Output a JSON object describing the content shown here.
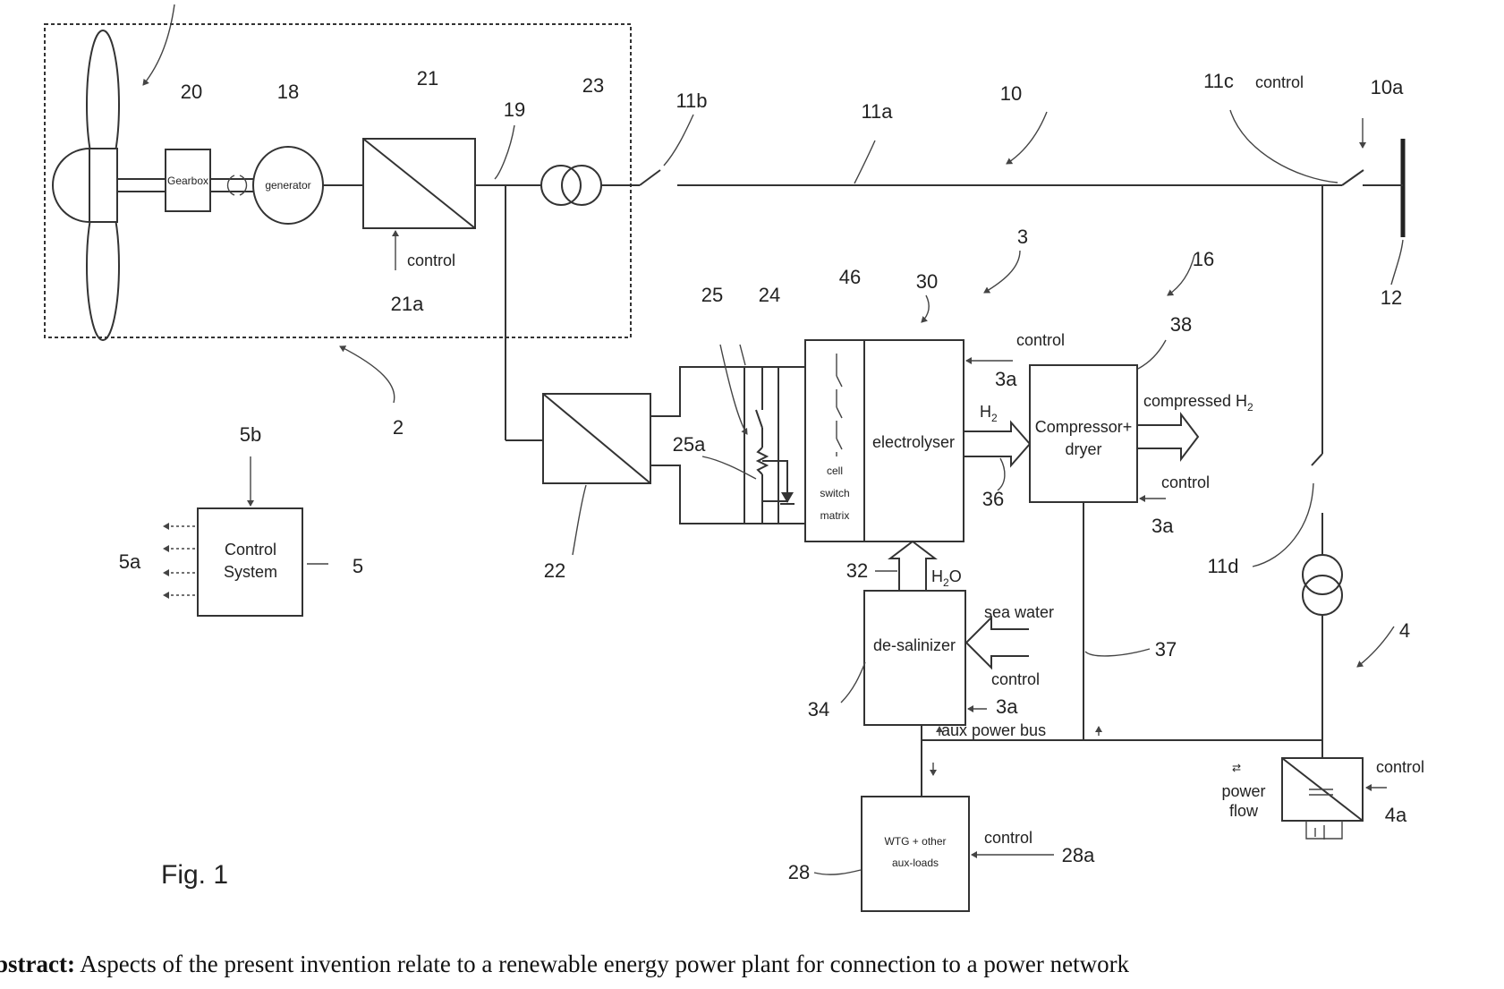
{
  "figure": {
    "caption": "Fig. 1",
    "components": {
      "gearbox": "Gearbox",
      "generator": "generator",
      "electrolyser": "electrolyser",
      "cell_switch_matrix": [
        "cell",
        "switch",
        "matrix"
      ],
      "compressor": [
        "Compressor+",
        "dryer"
      ],
      "desalinator": "de-salinizer",
      "wtg_loads": [
        "WTG + other",
        "aux-loads"
      ],
      "control_system": [
        "Control",
        "System"
      ]
    },
    "labels": {
      "control": "control",
      "h2": "H",
      "h2_sub": "2",
      "h2o": "H",
      "h2o_sub": "2",
      "h2o_o": "O",
      "compressed_h2": "compressed H",
      "compressed_h2_sub": "2",
      "sea_water": "sea water",
      "aux_power_bus": "aux power bus",
      "power_flow": [
        "power",
        "flow"
      ]
    },
    "refs": {
      "r20": "20",
      "r18": "18",
      "r21": "21",
      "r19": "19",
      "r23": "23",
      "r11b": "11b",
      "r11a": "11a",
      "r10": "10",
      "r11c": "11c",
      "r10a": "10a",
      "r12": "12",
      "r21a": "21a",
      "r2": "2",
      "r25": "25",
      "r24": "24",
      "r46": "46",
      "r30": "30",
      "r3": "3",
      "r16": "16",
      "r38": "38",
      "r3a": "3a",
      "r25a": "25a",
      "r36": "36",
      "r22": "22",
      "r32": "32",
      "r5b": "5b",
      "r5a": "5a",
      "r5": "5",
      "r11d": "11d",
      "r37": "37",
      "r4": "4",
      "r34": "34",
      "r28": "28",
      "r28a": "28a",
      "r4a": "4a"
    }
  },
  "abstract": {
    "label": "bstract:",
    "text": "Aspects of the present invention relate to a renewable energy power plant for connection to a power network"
  }
}
